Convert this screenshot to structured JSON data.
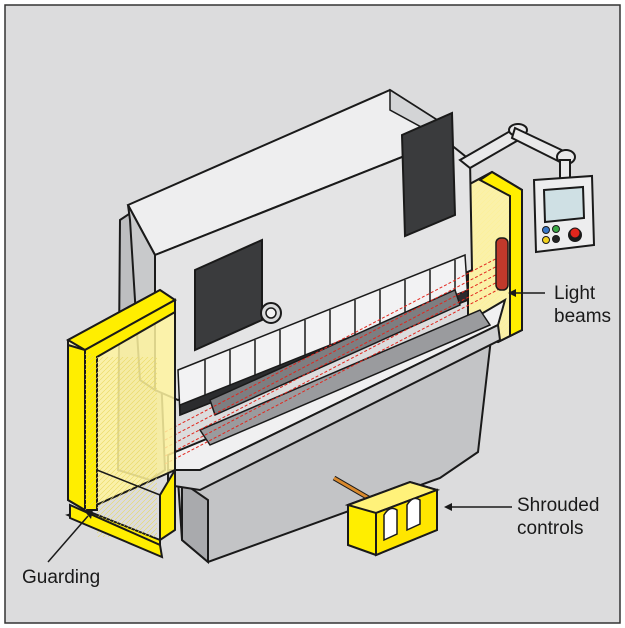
{
  "callouts": {
    "light_beams": "Light\nbeams",
    "shrouded_controls": "Shrouded\ncontrols",
    "guarding": "Guarding"
  },
  "colors": {
    "background": "#dcdcdd",
    "machine": "#e6e6e7",
    "machine_shadow": "#bfc0c2",
    "guard_yellow": "#ffee00",
    "guard_fill": "#fff6b0",
    "light_beam": "#e2261d",
    "screen": "#cfe0e4"
  }
}
